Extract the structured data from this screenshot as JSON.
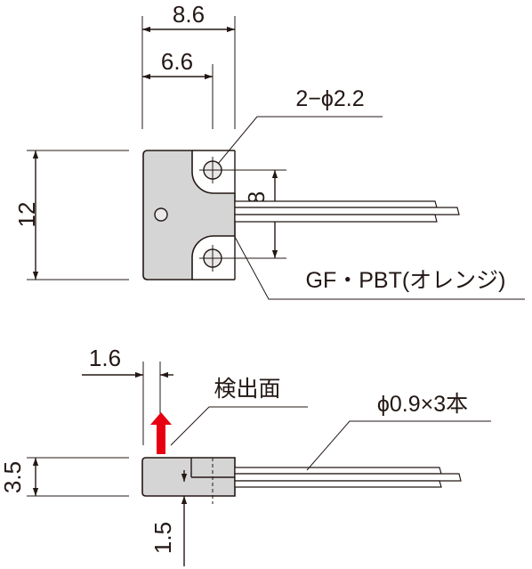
{
  "dimensions": {
    "overall_width": "8.6",
    "hole_pitch_x": "6.6",
    "height": "12",
    "hole_pitch_y": "8",
    "thickness": "3.5",
    "sensing_offset": "1.6",
    "sensing_depth": "1.5"
  },
  "labels": {
    "mounting_holes": "2−ϕ2.2",
    "material": "GF・PBT(オレンジ)",
    "sensing_surface": "検出面",
    "lead_wires": "ϕ0.9×3本"
  },
  "colors": {
    "body_fill": "#d5d5d5",
    "line": "#231815",
    "arrow": "#e60012"
  }
}
